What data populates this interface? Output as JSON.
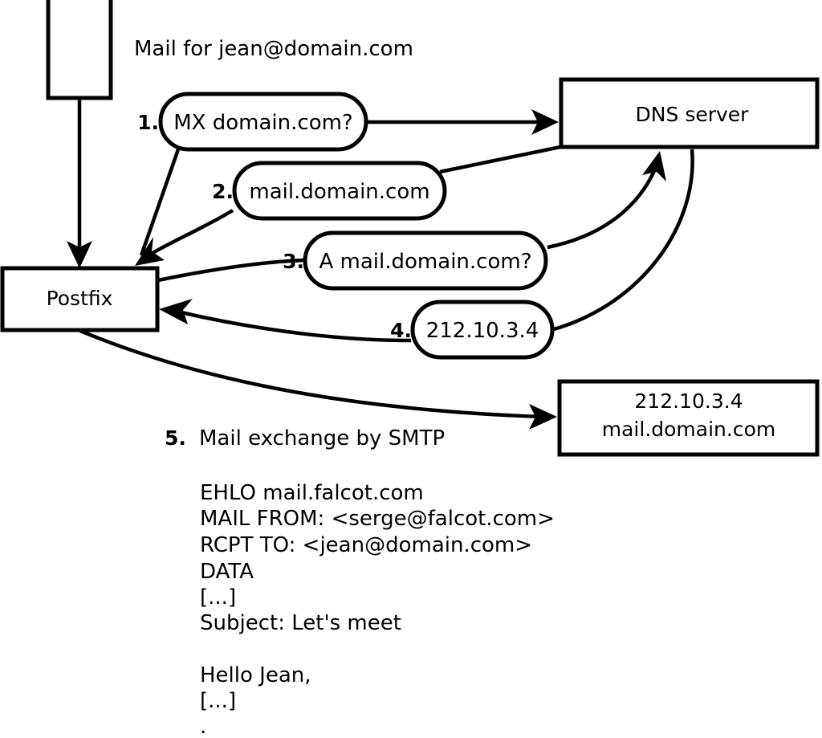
{
  "diagram": {
    "title_caption": "Mail for jean@domain.com",
    "nodes": [
      {
        "id": "client",
        "label": ""
      },
      {
        "id": "postfix",
        "label": "Postfix"
      },
      {
        "id": "dns",
        "label": "DNS server"
      },
      {
        "id": "mailserver",
        "label_line1": "212.10.3.4",
        "label_line2": "mail.domain.com"
      }
    ],
    "steps": [
      {
        "number": "1.",
        "label": "MX domain.com?"
      },
      {
        "number": "2.",
        "label": "mail.domain.com"
      },
      {
        "number": "3.",
        "label": "A mail.domain.com?"
      },
      {
        "number": "4.",
        "label": "212.10.3.4"
      }
    ],
    "step5": {
      "number": "5.",
      "label": "Mail exchange by SMTP"
    },
    "smtp_transcript": [
      "EHLO mail.falcot.com",
      "MAIL FROM: <serge@falcot.com>",
      "RCPT TO: <jean@domain.com>",
      "DATA",
      "[...]",
      "Subject: Let's meet",
      "",
      "Hello Jean,",
      "[...]",
      "."
    ],
    "colors": {
      "stroke": "#000000",
      "fill": "#ffffff",
      "background": "#ffffff"
    }
  }
}
